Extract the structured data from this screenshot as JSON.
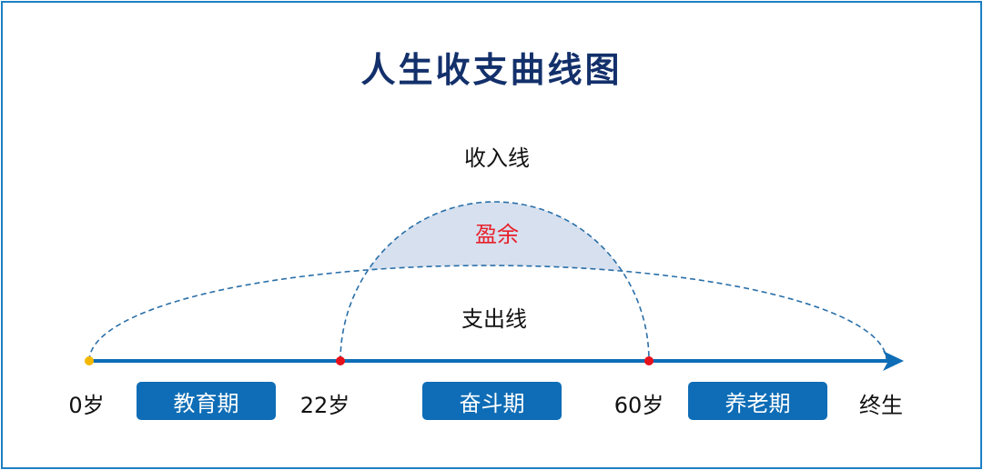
{
  "title": "人生收支曲线图",
  "curves": {
    "income_label": "收入线",
    "expense_label": "支出线",
    "surplus_label": "盈余"
  },
  "axis": {
    "ticks": [
      "0岁",
      "22岁",
      "60岁",
      "终生"
    ],
    "phases": [
      "教育期",
      "奋斗期",
      "养老期"
    ]
  },
  "colors": {
    "title": "#13306b",
    "axis": "#0e6db6",
    "surplus_fill": "#d6e0ef",
    "surplus_text": "#e8202a",
    "marker_start": "#f5b800",
    "marker": "#e8101a"
  }
}
